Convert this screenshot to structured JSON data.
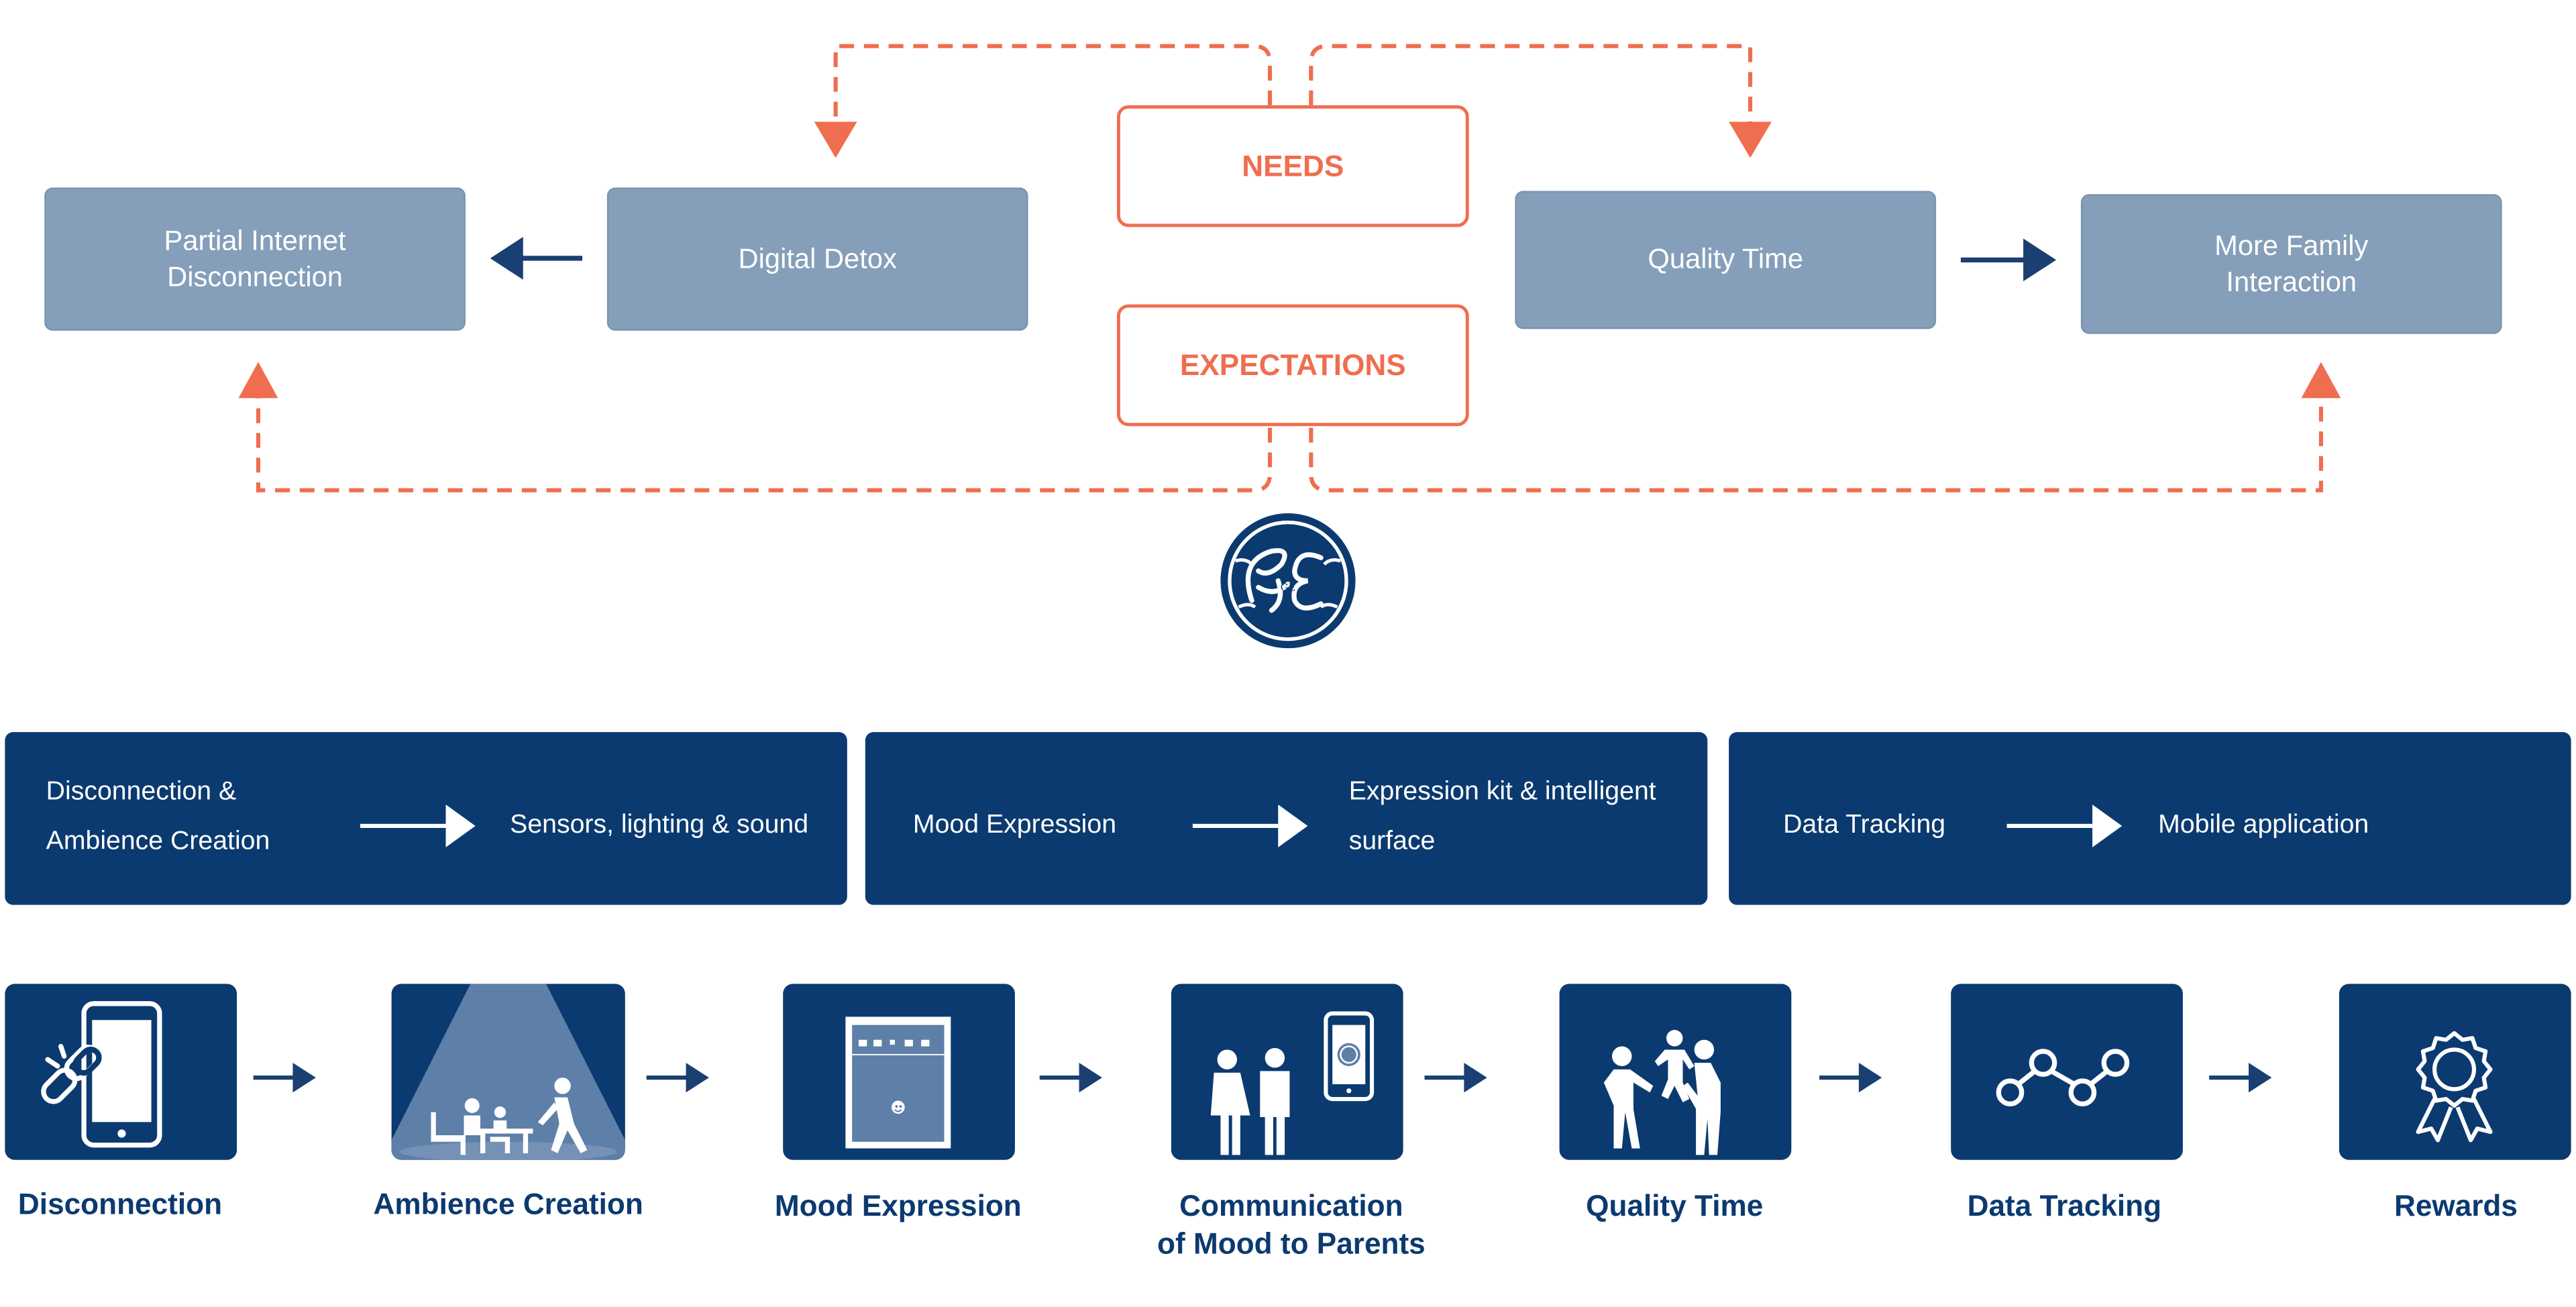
{
  "top_flow": {
    "left_pair": {
      "result": "Partial Internet Disconnection",
      "result_lines": [
        "Partial Internet",
        "Disconnection"
      ],
      "source": "Digital Detox"
    },
    "right_pair": {
      "source": "Quality Time",
      "result": "More Family Interaction",
      "result_lines": [
        "More Family",
        "Interaction"
      ]
    },
    "needs_label": "NEEDS",
    "expectations_label": "EXPECTATIONS"
  },
  "logo": {
    "name": "ge-monogram-logo",
    "text": "GE"
  },
  "features": [
    {
      "input_lines": [
        "Disconnection &",
        "Ambience Creation"
      ],
      "output_lines": [
        "Sensors, lighting & sound"
      ]
    },
    {
      "input_lines": [
        "Mood  Expression"
      ],
      "output_lines": [
        "Expression kit  & intelligent",
        "surface"
      ]
    },
    {
      "input_lines": [
        "Data  Tracking"
      ],
      "output_lines": [
        "Mobile  application"
      ]
    }
  ],
  "steps": [
    {
      "icon": "broken-link-phone-icon",
      "label_lines": [
        "Disconnection"
      ]
    },
    {
      "icon": "family-table-spotlight-icon",
      "label_lines": [
        "Ambience Creation"
      ]
    },
    {
      "icon": "smart-tablet-icon",
      "label_lines": [
        "Mood Expression"
      ]
    },
    {
      "icon": "parents-phone-icon",
      "label_lines": [
        "Communication",
        "of Mood to Parents"
      ]
    },
    {
      "icon": "family-lifting-child-icon",
      "label_lines": [
        "Quality Time"
      ]
    },
    {
      "icon": "data-graph-icon",
      "label_lines": [
        "Data Tracking"
      ]
    },
    {
      "icon": "award-ribbon-icon",
      "label_lines": [
        "Rewards"
      ]
    }
  ],
  "colors": {
    "navy": "#0b3a70",
    "slate_box": "#859fba",
    "coral": "#ef6e4f",
    "white": "#ffffff"
  }
}
